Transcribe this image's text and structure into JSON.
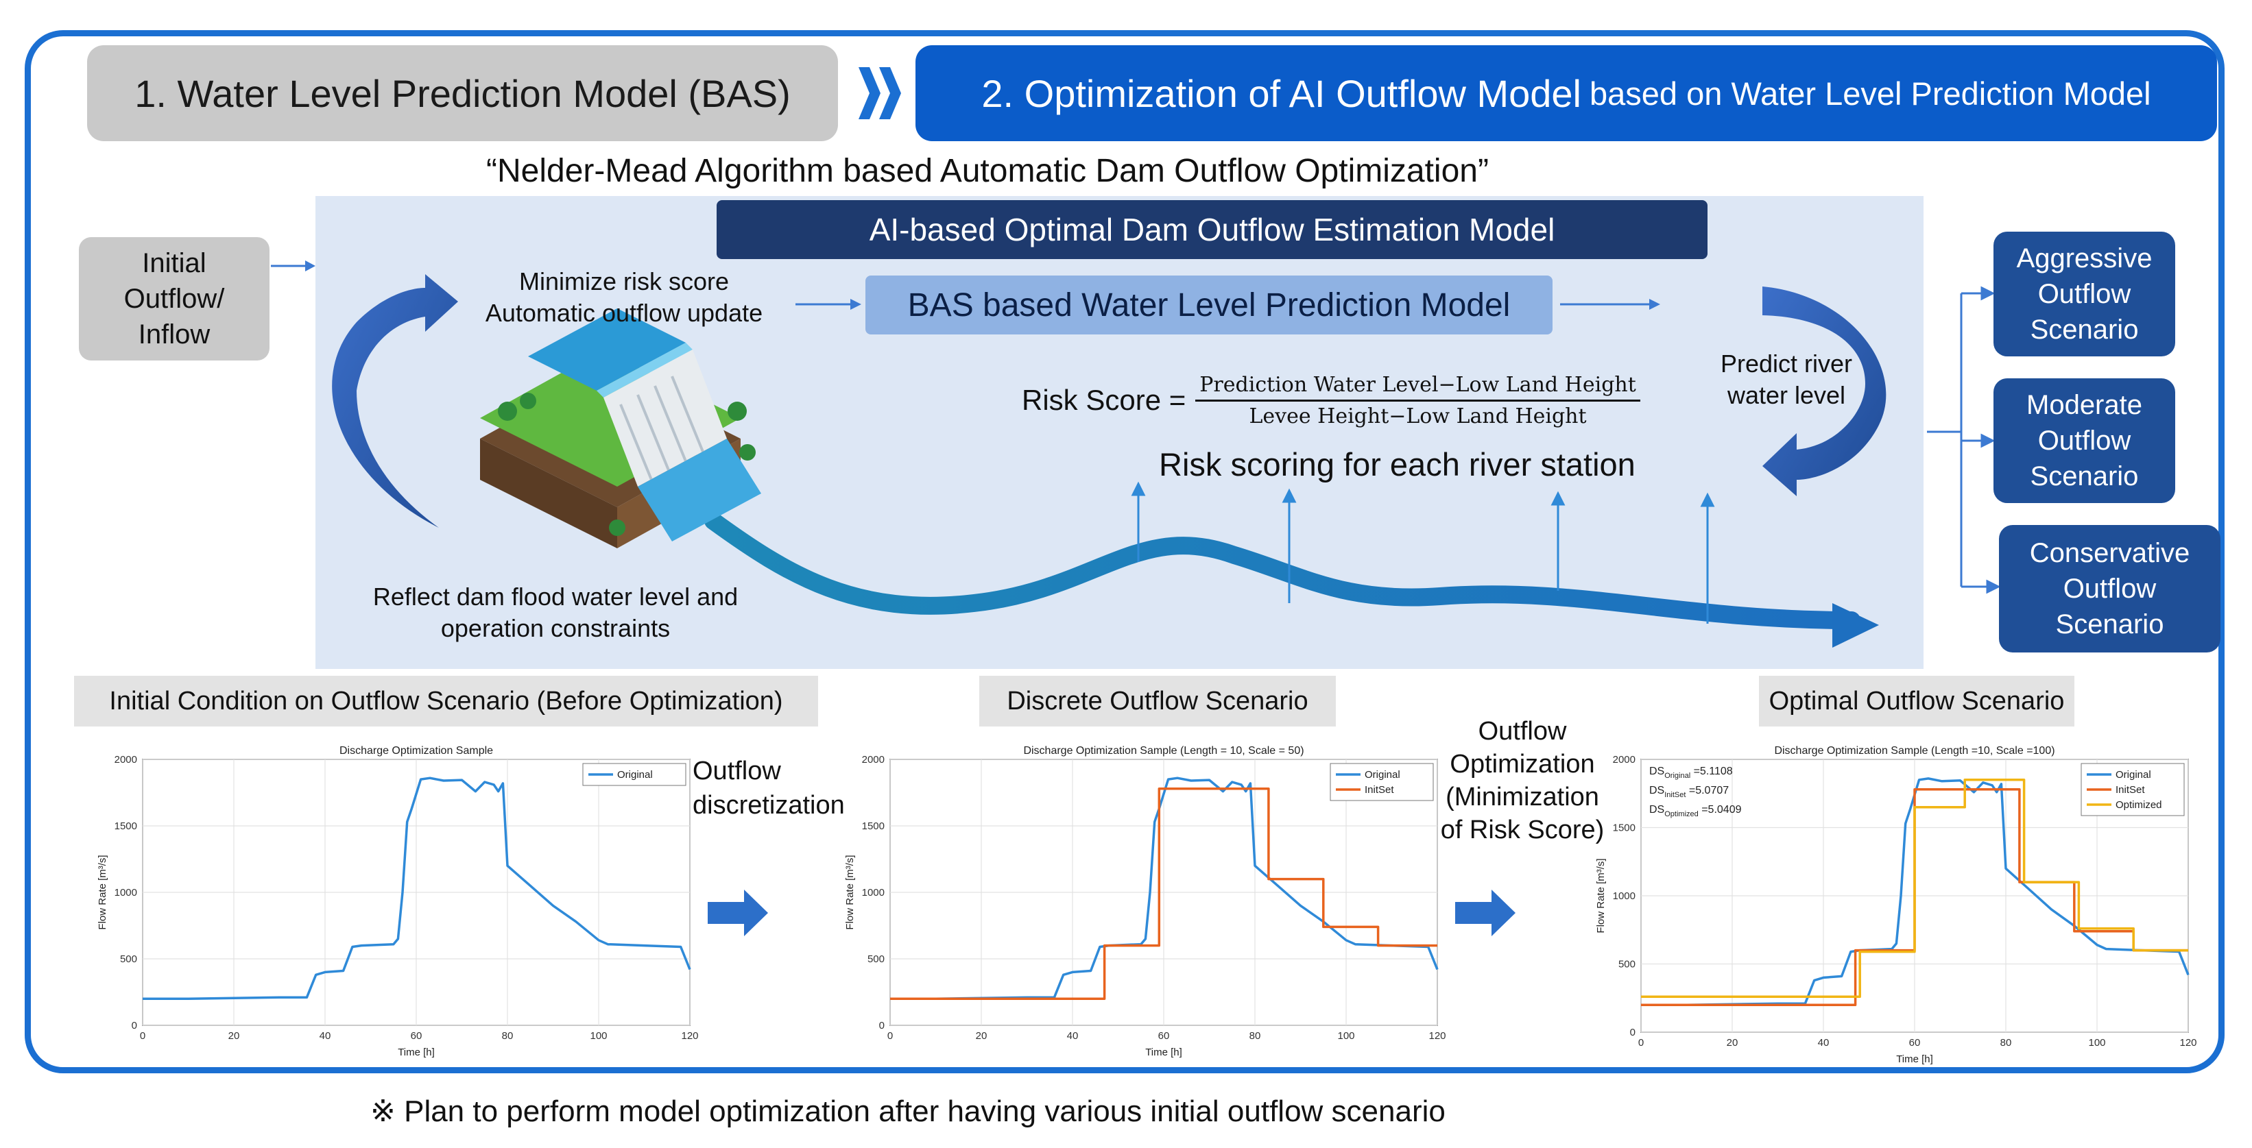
{
  "header": {
    "step1": "1. Water Level Prediction Model (BAS)",
    "step2_main": "2. Optimization of AI Outflow Model",
    "step2_sub": "based on Water Level Prediction Model"
  },
  "quote": "“Nelder-Mead Algorithm based Automatic Dam Outflow Optimization”",
  "ai_model_title": "AI-based Optimal Dam Outflow Estimation Model",
  "bas_model": "BAS based Water Level Prediction Model",
  "initial_box": [
    "Initial",
    "Outflow/",
    "Inflow"
  ],
  "minimize": [
    "Minimize risk score",
    "Automatic outflow update"
  ],
  "reflect": [
    "Reflect dam flood water level and",
    "operation constraints"
  ],
  "predict": [
    "Predict river",
    "water level"
  ],
  "risk": {
    "label": "Risk Score =",
    "numerator": "Prediction Water Level−Low Land Height",
    "denominator": "Levee Height−Low Land Height",
    "station": "Risk scoring for each river station"
  },
  "scenarios": [
    {
      "lines": [
        "Aggressive",
        "Outflow",
        "Scenario"
      ]
    },
    {
      "lines": [
        "Moderate",
        "Outflow",
        "Scenario"
      ]
    },
    {
      "lines": [
        "Conservative",
        "Outflow",
        "Scenario"
      ]
    }
  ],
  "sections": {
    "initial": "Initial Condition on Outflow Scenario (Before Optimization)",
    "discrete": "Discrete Outflow Scenario",
    "optimal": "Optimal Outflow Scenario"
  },
  "outflow_discretization": [
    "Outflow",
    "discretization"
  ],
  "outflow_optimization": [
    "Outflow",
    "Optimization",
    "(Minimization",
    "of Risk Score)"
  ],
  "footnote": "※ Plan to perform model optimization after having various initial outflow scenario",
  "colors": {
    "original": "#2f8ad8",
    "initset": "#e8631e",
    "optimized": "#f1b514",
    "accent": "#1b6fd2",
    "scenario": "#1f4f97"
  },
  "chart_data": [
    {
      "type": "line",
      "title": "Discharge Optimization Sample",
      "xlabel": "Time [h]",
      "ylabel": "Flow Rate [m³/s]",
      "xlim": [
        0,
        120
      ],
      "ylim": [
        0,
        2000
      ],
      "xticks": [
        0,
        20,
        40,
        60,
        80,
        100,
        120
      ],
      "yticks": [
        0,
        500,
        1000,
        1500,
        2000
      ],
      "grid": true,
      "legend": "top-right",
      "series": [
        {
          "name": "Original",
          "color": "#2f8ad8",
          "x": [
            0,
            10,
            20,
            30,
            36,
            38,
            40,
            44,
            46,
            48,
            55,
            56,
            57,
            58,
            59,
            61,
            63,
            66,
            70,
            73,
            75,
            77,
            78,
            79,
            80,
            85,
            90,
            95,
            100,
            102,
            110,
            118,
            120
          ],
          "y": [
            200,
            200,
            205,
            210,
            210,
            380,
            400,
            410,
            590,
            600,
            610,
            650,
            1000,
            1530,
            1630,
            1850,
            1860,
            1840,
            1845,
            1760,
            1830,
            1810,
            1760,
            1820,
            1200,
            1050,
            900,
            780,
            640,
            610,
            600,
            590,
            420
          ]
        }
      ]
    },
    {
      "type": "line",
      "title": "Discharge Optimization Sample (Length = 10, Scale = 50)",
      "xlabel": "Time [h]",
      "ylabel": "Flow Rate [m³/s]",
      "xlim": [
        0,
        120
      ],
      "ylim": [
        0,
        2000
      ],
      "xticks": [
        0,
        20,
        40,
        60,
        80,
        100,
        120
      ],
      "yticks": [
        0,
        500,
        1000,
        1500,
        2000
      ],
      "grid": true,
      "legend": "top-right",
      "series": [
        {
          "name": "Original",
          "color": "#2f8ad8",
          "x": [
            0,
            10,
            20,
            30,
            36,
            38,
            40,
            44,
            46,
            48,
            55,
            56,
            57,
            58,
            59,
            61,
            63,
            66,
            70,
            73,
            75,
            77,
            78,
            79,
            80,
            85,
            90,
            95,
            100,
            102,
            110,
            118,
            120
          ],
          "y": [
            200,
            200,
            205,
            210,
            210,
            380,
            400,
            410,
            590,
            600,
            610,
            650,
            1000,
            1530,
            1630,
            1850,
            1860,
            1840,
            1845,
            1760,
            1830,
            1810,
            1760,
            1820,
            1200,
            1050,
            900,
            780,
            640,
            610,
            600,
            590,
            420
          ]
        },
        {
          "name": "InitSet",
          "color": "#e8631e",
          "x": [
            0,
            47,
            47,
            59,
            59,
            83,
            83,
            95,
            95,
            107,
            107,
            120
          ],
          "y": [
            200,
            200,
            600,
            600,
            1780,
            1780,
            1100,
            1100,
            740,
            740,
            600,
            600
          ]
        }
      ]
    },
    {
      "type": "line",
      "title": "Discharge Optimization Sample (Length =10, Scale =100)",
      "xlabel": "Time [h]",
      "ylabel": "Flow Rate [m³/s]",
      "xlim": [
        0,
        120
      ],
      "ylim": [
        0,
        2000
      ],
      "xticks": [
        0,
        20,
        40,
        60,
        80,
        100,
        120
      ],
      "yticks": [
        0,
        500,
        1000,
        1500,
        2000
      ],
      "grid": true,
      "legend": "top-right",
      "annotations": [
        {
          "base": "DS",
          "sub": "Original",
          "value": " =5.1108"
        },
        {
          "base": "DS",
          "sub": "InitSet",
          "value": " =5.0707"
        },
        {
          "base": "DS",
          "sub": "Optimized",
          "value": " =5.0409"
        }
      ],
      "series": [
        {
          "name": "Original",
          "color": "#2f8ad8",
          "x": [
            0,
            10,
            20,
            30,
            36,
            38,
            40,
            44,
            46,
            48,
            55,
            56,
            57,
            58,
            59,
            61,
            63,
            66,
            70,
            73,
            75,
            77,
            78,
            79,
            80,
            85,
            90,
            95,
            100,
            102,
            110,
            118,
            120
          ],
          "y": [
            200,
            200,
            205,
            210,
            210,
            380,
            400,
            410,
            590,
            600,
            610,
            650,
            1000,
            1530,
            1630,
            1850,
            1860,
            1840,
            1845,
            1760,
            1830,
            1810,
            1760,
            1820,
            1200,
            1050,
            900,
            780,
            640,
            610,
            600,
            590,
            420
          ]
        },
        {
          "name": "InitSet",
          "color": "#e8631e",
          "x": [
            0,
            47,
            47,
            60,
            60,
            83,
            83,
            95,
            95,
            108,
            108,
            120
          ],
          "y": [
            200,
            200,
            600,
            600,
            1780,
            1780,
            1100,
            1100,
            740,
            740,
            600,
            600
          ]
        },
        {
          "name": "Optimized",
          "color": "#f1b514",
          "x": [
            0,
            48,
            48,
            60,
            60,
            71,
            71,
            84,
            84,
            96,
            96,
            108,
            108,
            120
          ],
          "y": [
            260,
            260,
            590,
            590,
            1650,
            1650,
            1850,
            1850,
            1100,
            1100,
            760,
            760,
            600,
            600
          ]
        }
      ]
    }
  ]
}
